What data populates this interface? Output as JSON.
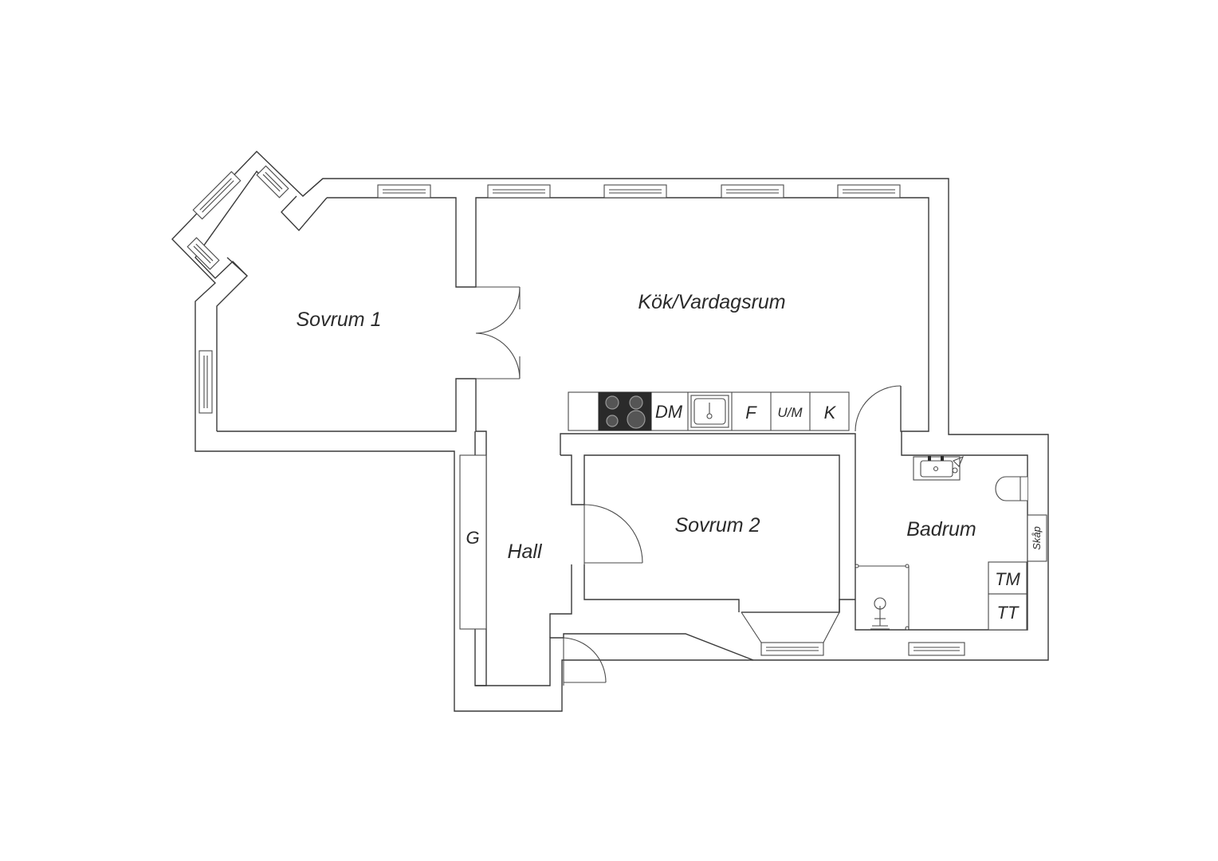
{
  "rooms": {
    "bedroom1": "Sovrum 1",
    "kitchen_living": "Kök/Vardagsrum",
    "bedroom2": "Sovrum 2",
    "hall": "Hall",
    "bathroom": "Badrum"
  },
  "fixtures": {
    "dishwasher": "DM",
    "fridge": "F",
    "oven_microwave": "U/M",
    "freezer": "K",
    "wardrobe": "G",
    "cabinet": "Skåp",
    "washing_machine": "TM",
    "dryer": "TT"
  }
}
